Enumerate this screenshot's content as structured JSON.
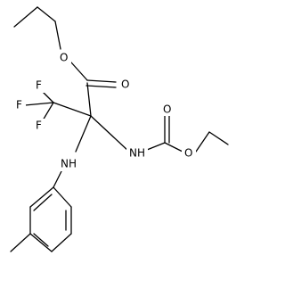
{
  "molecule": {
    "atoms": {
      "O_ester": "O",
      "O_carbonyl": "O",
      "F1": "F",
      "F2": "F",
      "F3": "F",
      "NH_carbamate": "NH",
      "NH_aniline": "NH",
      "O_carbamate_ester": "O",
      "O_carbamate_carbonyl": "O"
    }
  }
}
